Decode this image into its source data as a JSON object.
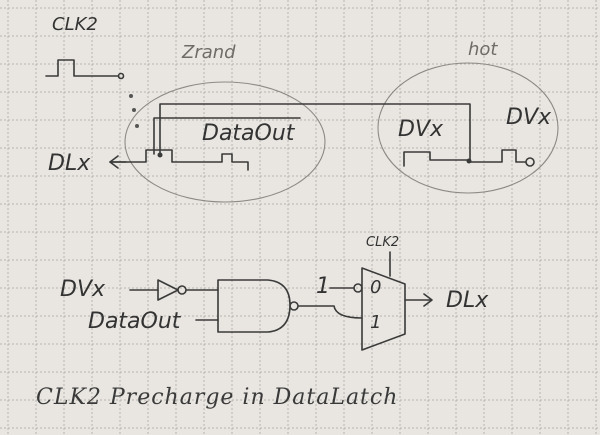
{
  "labels": {
    "clk_top": "CLK2",
    "zrand": "Zrand",
    "hot": "hot",
    "dataout_wave": "DataOut",
    "dvx_mid": "DVx",
    "dvx_right": "DVx",
    "dlx_left": "DLx",
    "clk_mux": "CLK2",
    "dvx_in": "DVx",
    "dataout_in": "DataOut",
    "mux_one": "1",
    "mux_zero": "0",
    "mux_sel1": "1",
    "dlx_out": "DLx"
  },
  "caption": "CLK2 Precharge in DataLatch"
}
